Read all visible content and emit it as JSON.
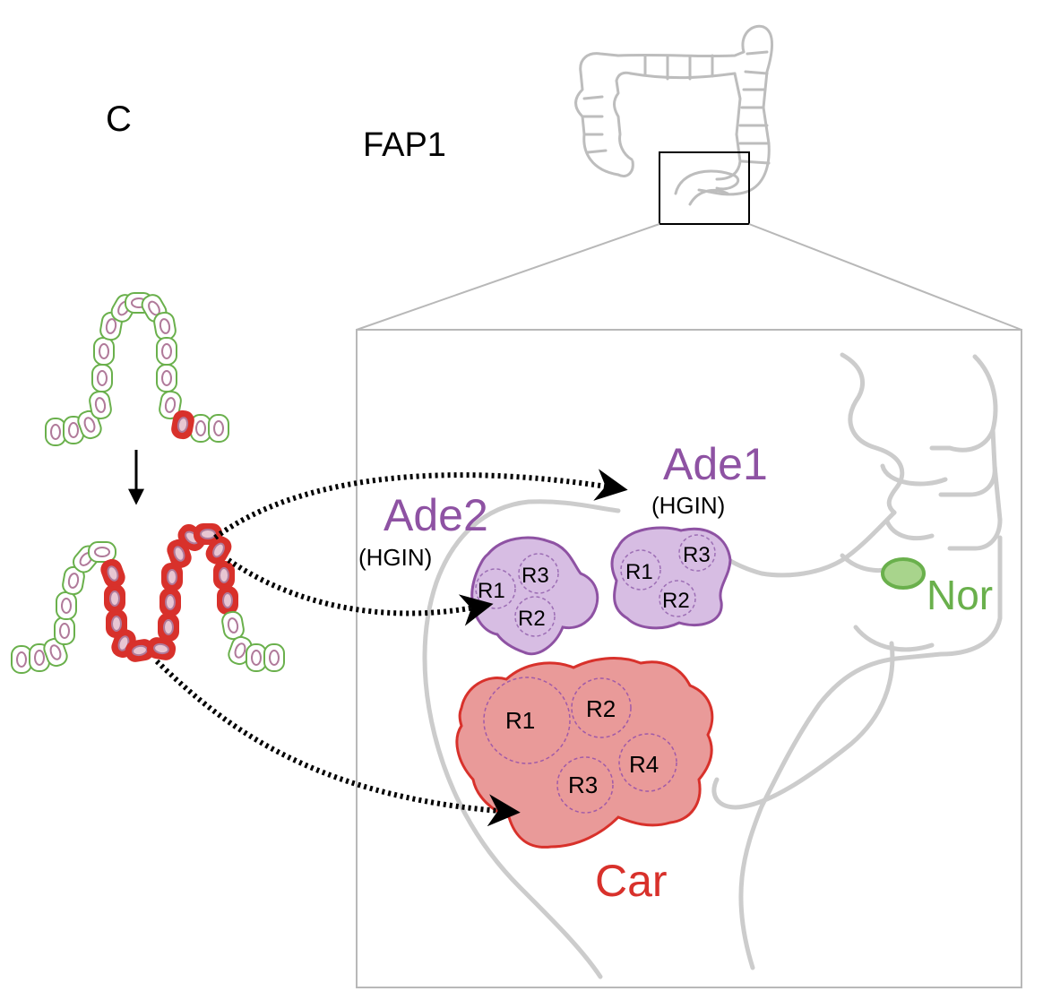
{
  "panel_letter": "C",
  "patient_label": "FAP1",
  "colors": {
    "normal": "#6ab04c",
    "adenoma": "#8e52a3",
    "adenoma_fill": "#d7bde3",
    "carcinoma": "#d8312b",
    "carcinoma_fill": "#e99a99",
    "nucleus": "#b07a9a",
    "outline_gray": "#c8c8c8"
  },
  "lesions": {
    "ade1": {
      "label": "Ade1",
      "grade": "(HGIN)",
      "regions": [
        "R1",
        "R2",
        "R3"
      ]
    },
    "ade2": {
      "label": "Ade2",
      "grade": "(HGIN)",
      "regions": [
        "R1",
        "R2",
        "R3"
      ]
    },
    "car": {
      "label": "Car",
      "regions": [
        "R1",
        "R2",
        "R3",
        "R4"
      ]
    },
    "nor": {
      "label": "Nor"
    }
  }
}
